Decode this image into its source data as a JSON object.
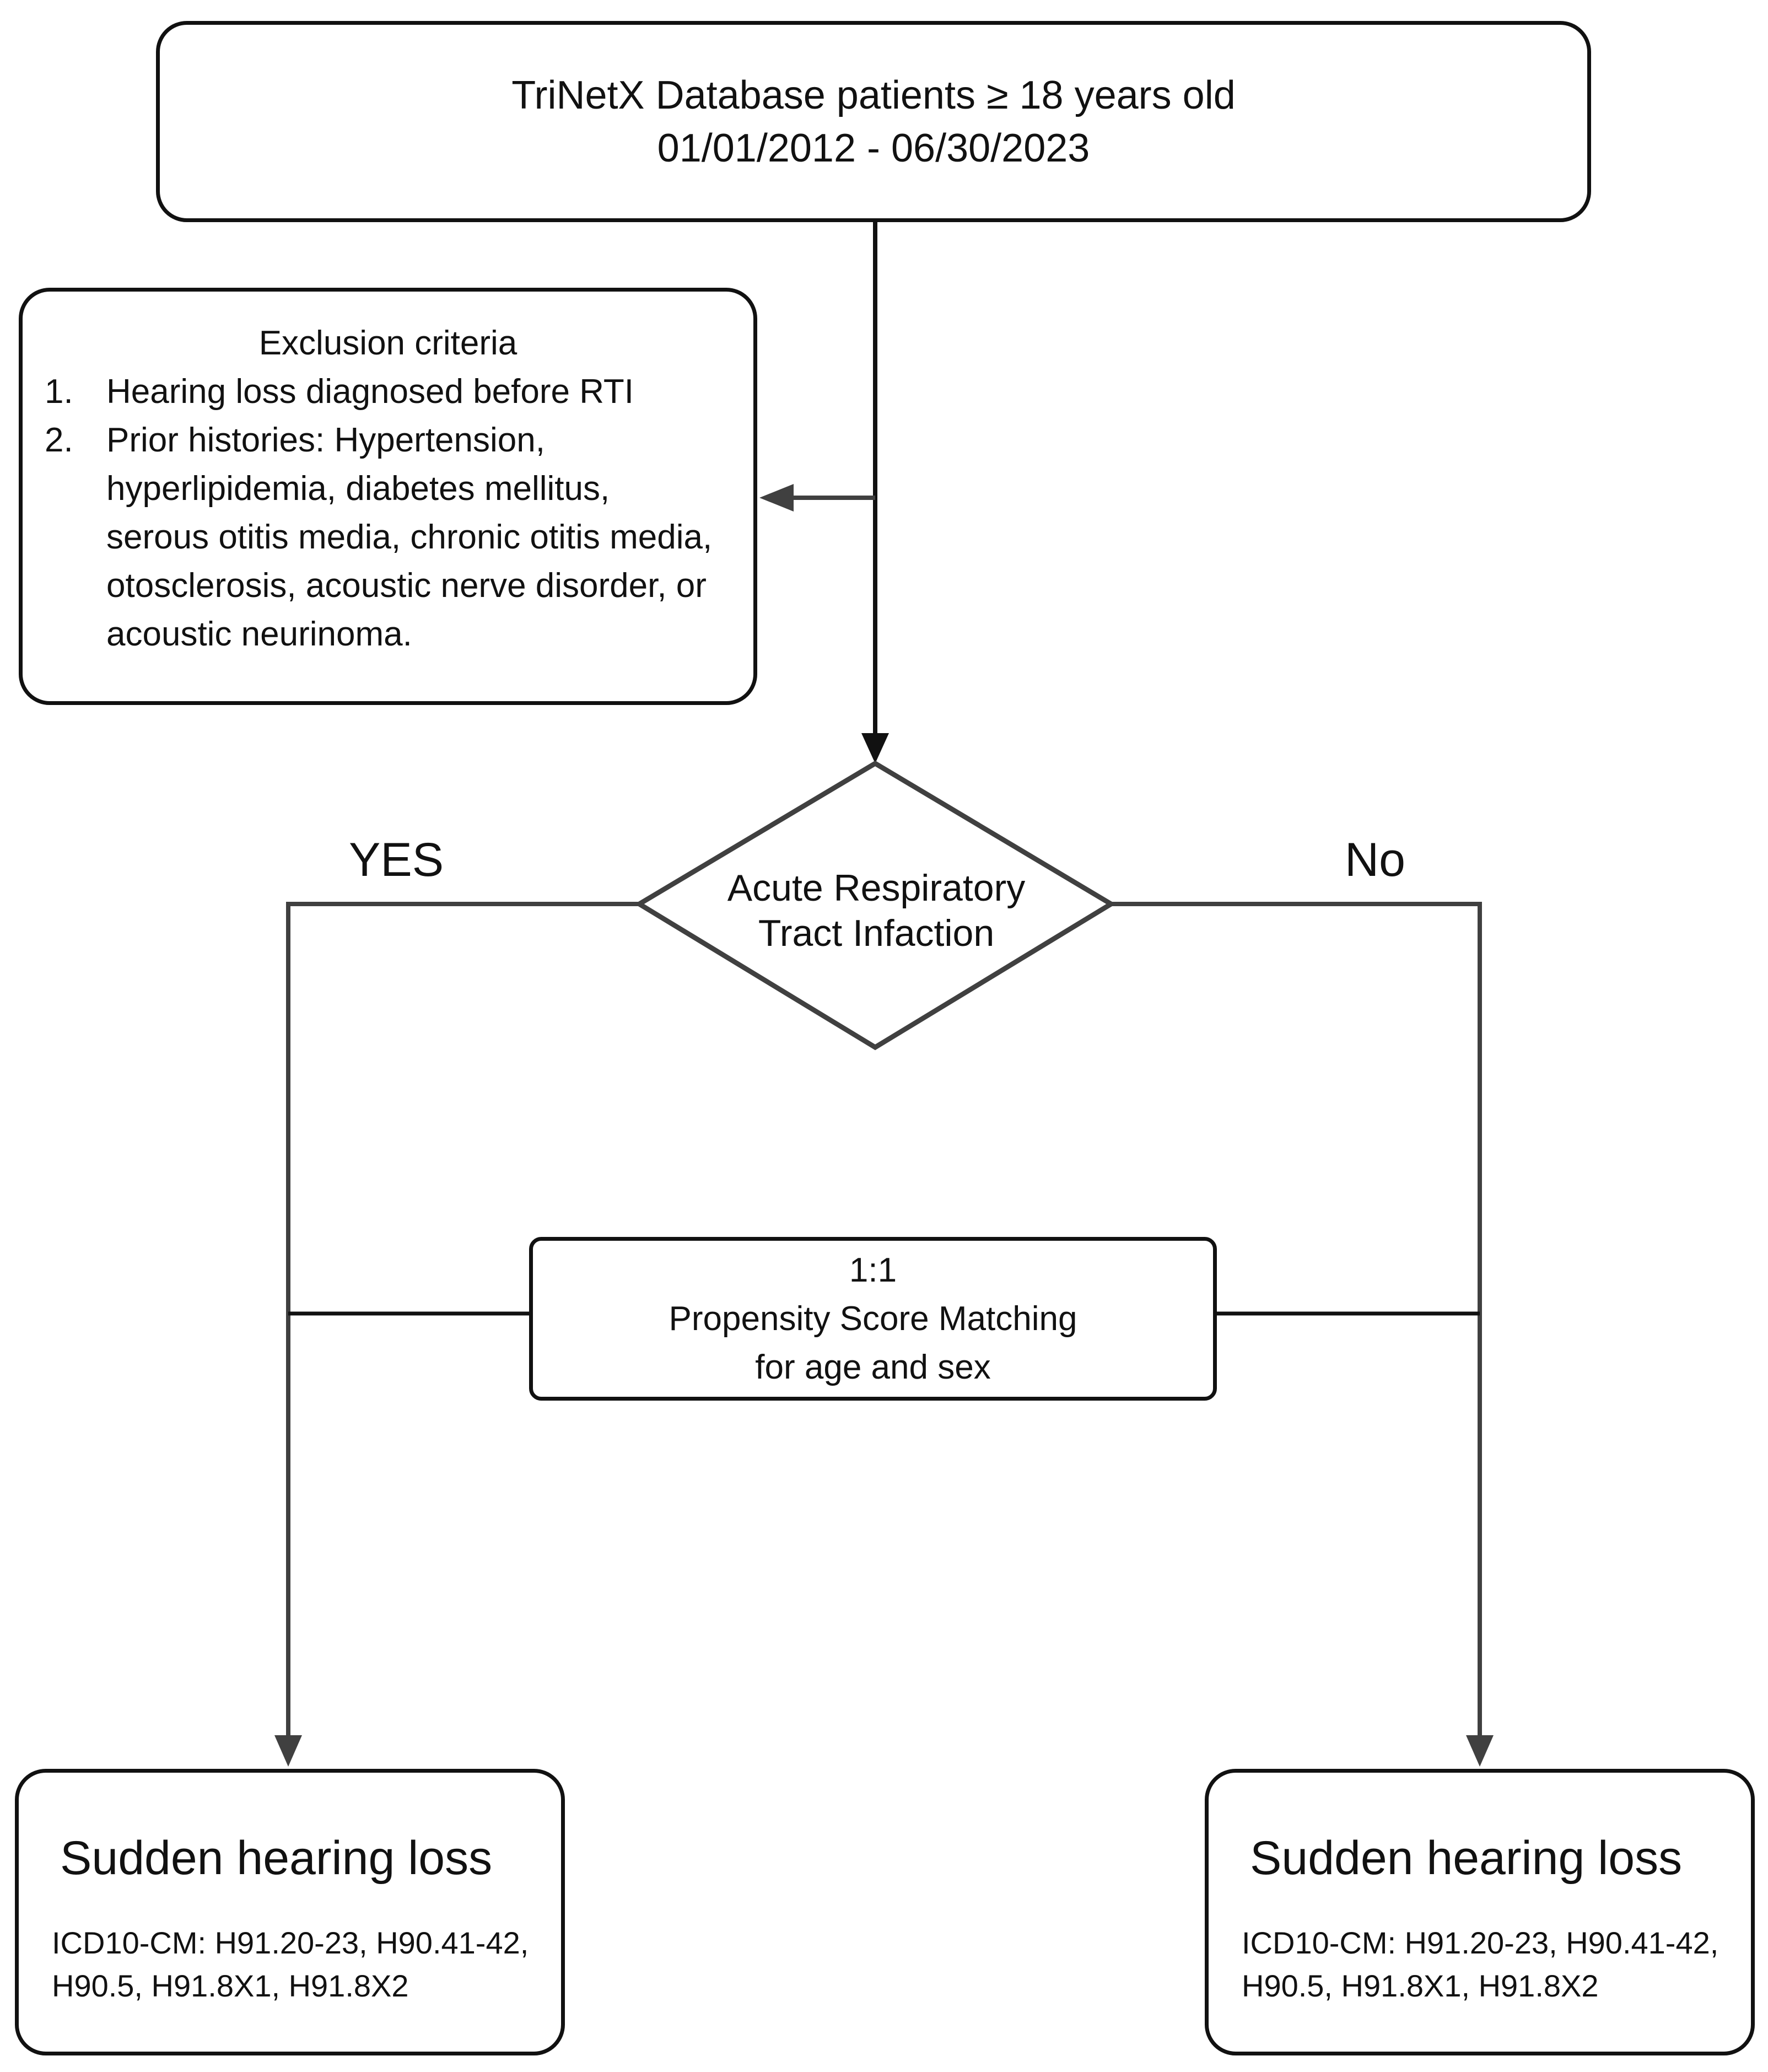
{
  "start": {
    "line1": "TriNetX Database patients ≥ 18 years old",
    "line2": "01/01/2012 - 06/30/2023"
  },
  "exclusion": {
    "title": "Exclusion criteria",
    "items": [
      {
        "num": "1.",
        "text": "Hearing loss diagnosed before RTI"
      },
      {
        "num": "2.",
        "text": "Prior histories: Hypertension, hyperlipidemia, diabetes mellitus, serous otitis media, chronic otitis media, otosclerosis, acoustic nerve disorder, or acoustic neurinoma."
      }
    ]
  },
  "decision": {
    "line1": "Acute Respiratory",
    "line2": "Tract Infaction"
  },
  "branches": {
    "yes": "YES",
    "no": "No"
  },
  "matching": {
    "line1": "1:1",
    "line2": "Propensity Score Matching",
    "line3": "for age and sex"
  },
  "outcomes": [
    {
      "title": "Sudden hearing loss",
      "codes_line1": "ICD10-CM: H91.20-23, H90.41-42,",
      "codes_line2": "H90.5, H91.8X1, H91.8X2"
    },
    {
      "title": "Sudden hearing loss",
      "codes_line1": "ICD10-CM: H91.20-23, H90.41-42,",
      "codes_line2": "H90.5, H91.8X1, H91.8X2"
    }
  ],
  "colors": {
    "box_border": "#111111",
    "connector": "#404040",
    "background": "#ffffff"
  }
}
